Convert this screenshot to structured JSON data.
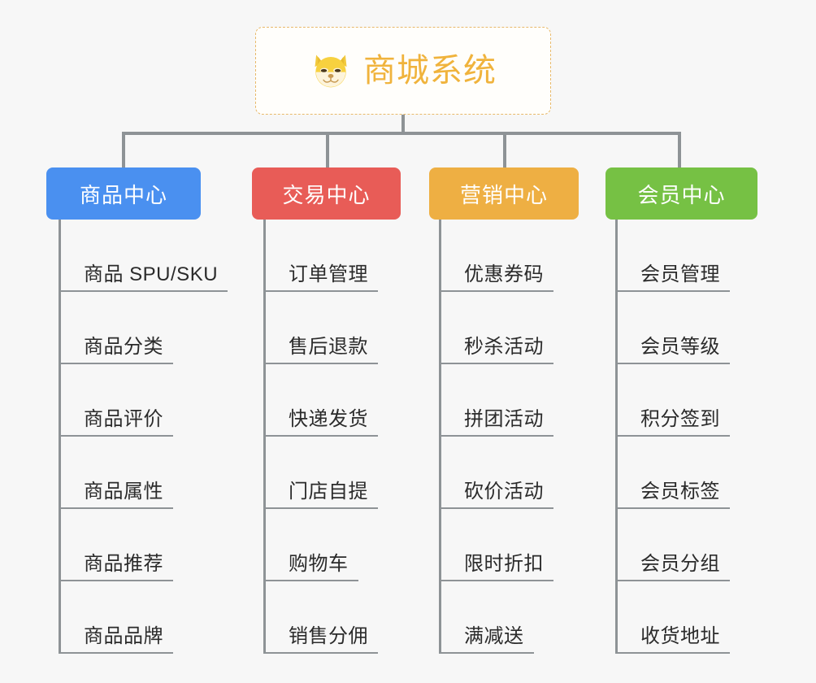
{
  "diagram": {
    "type": "mindmap",
    "title": "商城系统",
    "background_color": "#f7f7f7",
    "connector_color": "#8e9396"
  },
  "root": {
    "label": "商城系统",
    "icon": "shiba-dog-icon",
    "text_color": "#f0b33c",
    "border_color": "#e8b96a",
    "background_color": "#fffefb"
  },
  "branches": [
    {
      "label": "商品中心",
      "color": "#4a90f0",
      "items": [
        {
          "label": "商品 SPU/SKU"
        },
        {
          "label": "商品分类"
        },
        {
          "label": "商品评价"
        },
        {
          "label": "商品属性"
        },
        {
          "label": "商品推荐"
        },
        {
          "label": "商品品牌"
        }
      ]
    },
    {
      "label": "交易中心",
      "color": "#e85c57",
      "items": [
        {
          "label": "订单管理"
        },
        {
          "label": "售后退款"
        },
        {
          "label": "快递发货"
        },
        {
          "label": "门店自提"
        },
        {
          "label": "购物车"
        },
        {
          "label": "销售分佣"
        }
      ]
    },
    {
      "label": "营销中心",
      "color": "#eeaf43",
      "items": [
        {
          "label": "优惠券码"
        },
        {
          "label": "秒杀活动"
        },
        {
          "label": "拼团活动"
        },
        {
          "label": "砍价活动"
        },
        {
          "label": "限时折扣"
        },
        {
          "label": "满减送"
        }
      ]
    },
    {
      "label": "会员中心",
      "color": "#76c144",
      "items": [
        {
          "label": "会员管理"
        },
        {
          "label": "会员等级"
        },
        {
          "label": "积分签到"
        },
        {
          "label": "会员标签"
        },
        {
          "label": "会员分组"
        },
        {
          "label": "收货地址"
        }
      ]
    }
  ]
}
